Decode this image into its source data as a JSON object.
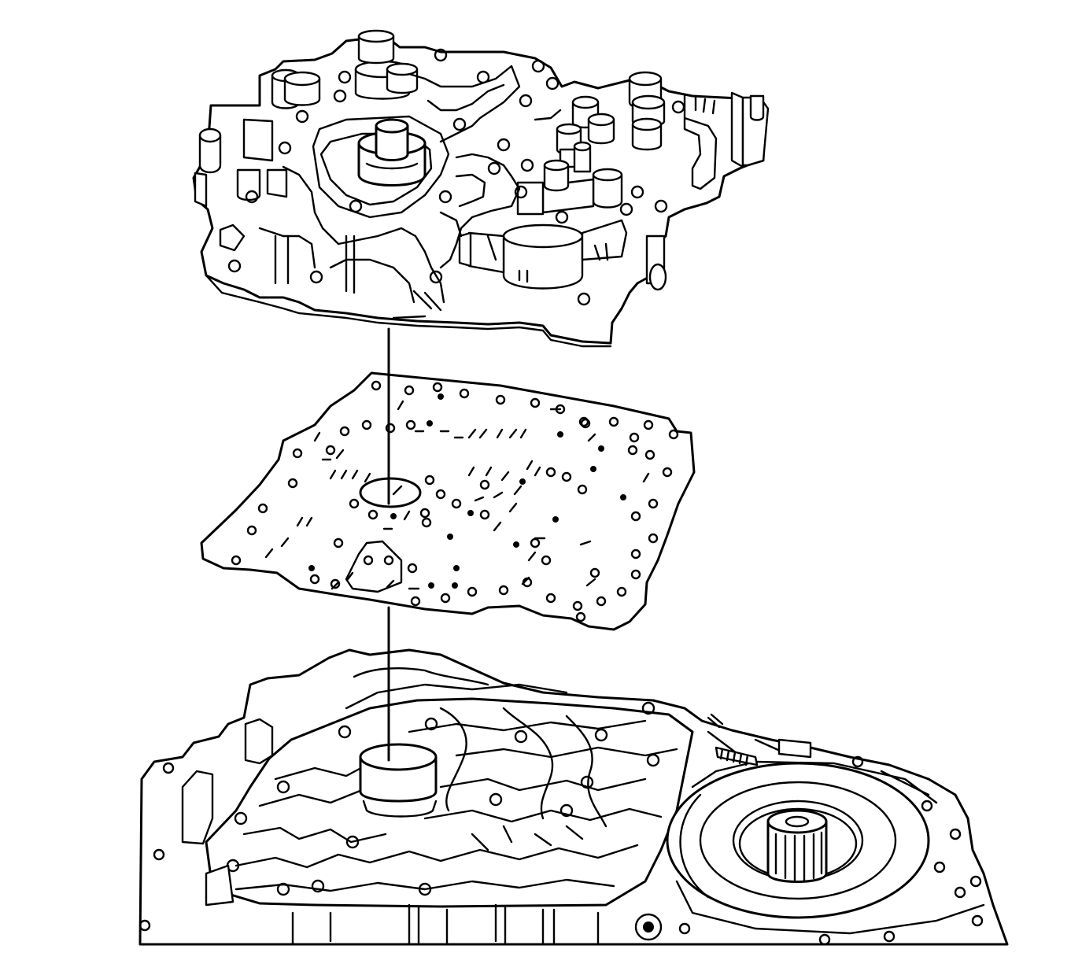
{
  "diagram": {
    "components": [
      {
        "id": "valve-body",
        "icon": "valve-body-icon"
      },
      {
        "id": "spacer-plate",
        "icon": "spacer-plate-icon"
      },
      {
        "id": "transmission-case",
        "icon": "transmission-case-icon"
      }
    ],
    "alignment_guides": 2,
    "colors": {
      "stroke": "#000000",
      "background": "#ffffff"
    }
  }
}
